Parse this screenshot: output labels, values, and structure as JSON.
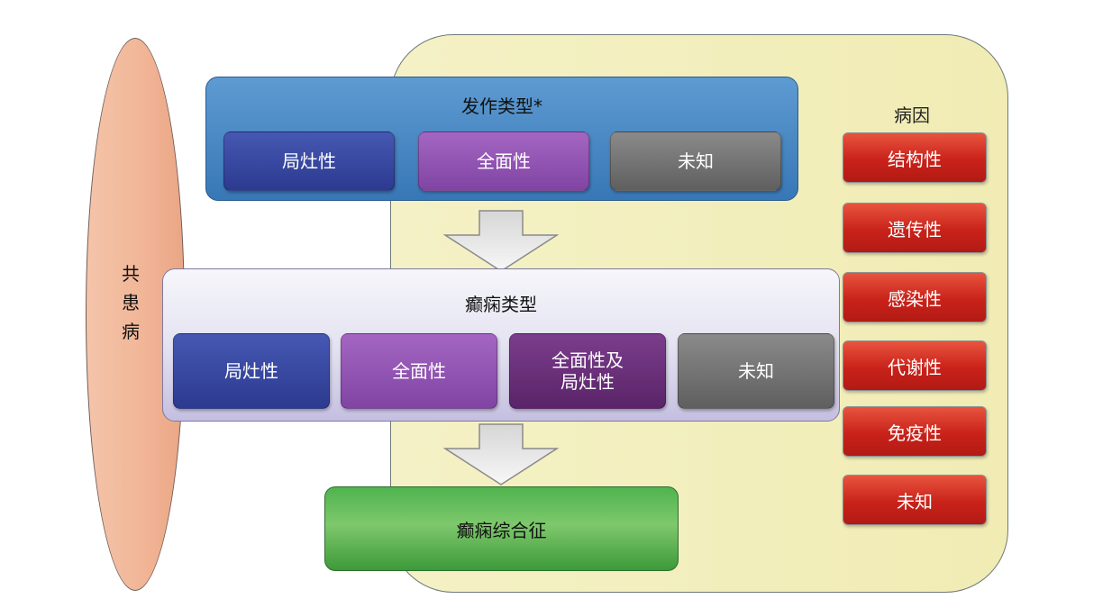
{
  "etiology": {
    "title": "病因",
    "causes": [
      "结构性",
      "遗传性",
      "感染性",
      "代谢性",
      "免疫性",
      "未知"
    ]
  },
  "comorbidities": {
    "label": "共\n患\n病"
  },
  "seizure_types": {
    "title": "发作类型*",
    "items": [
      "局灶性",
      "全面性",
      "未知"
    ]
  },
  "epilepsy_types": {
    "title": "癫痫类型",
    "items": [
      "局灶性",
      "全面性",
      "全面性及\n局灶性",
      "未知"
    ]
  },
  "syndrome": {
    "label": "癫痫综合征"
  },
  "colors": {
    "seizure_panel": "#3877b6",
    "cause_red": "#c9221a",
    "syndrome_green": "#4fb44f",
    "comorbidity_peach": "#f1b596",
    "etiology_panel": "#f1ecb4"
  }
}
